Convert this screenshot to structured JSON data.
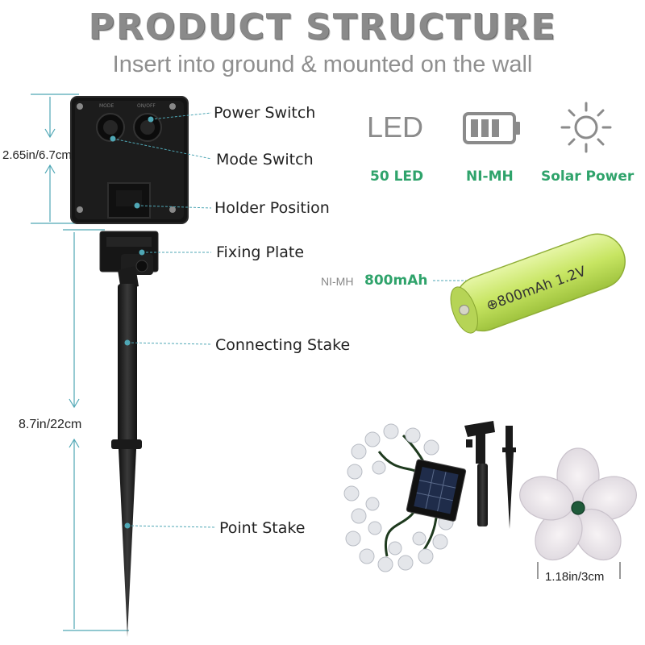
{
  "header": {
    "title": "PRODUCT STRUCTURE",
    "subtitle": "Insert into ground & mounted on the wall"
  },
  "parts": [
    {
      "label": "Power Switch"
    },
    {
      "label": "Mode Switch"
    },
    {
      "label": "Holder Position"
    },
    {
      "label": "Fixing Plate"
    },
    {
      "label": "Connecting Stake"
    },
    {
      "label": "Point Stake"
    }
  ],
  "dimensions": {
    "panel_height": "2.65in/6.7cm",
    "stake_height": "8.7in/22cm",
    "flower_size": "1.18in/3cm"
  },
  "features": [
    {
      "icon": "led-icon",
      "icon_text": "LED",
      "label": "50 LED"
    },
    {
      "icon": "battery-icon",
      "label": "NI-MH"
    },
    {
      "icon": "sun-icon",
      "label": "Solar Power"
    }
  ],
  "battery": {
    "chemistry": "NI-MH",
    "capacity": "800mAh",
    "printed_text": "⊕800mAh 1.2V"
  },
  "colors": {
    "accent_green": "#2fa36b",
    "title_gray": "#8a8a8a",
    "dimension_line": "#4fa7b5",
    "battery": "#c9e86a"
  }
}
